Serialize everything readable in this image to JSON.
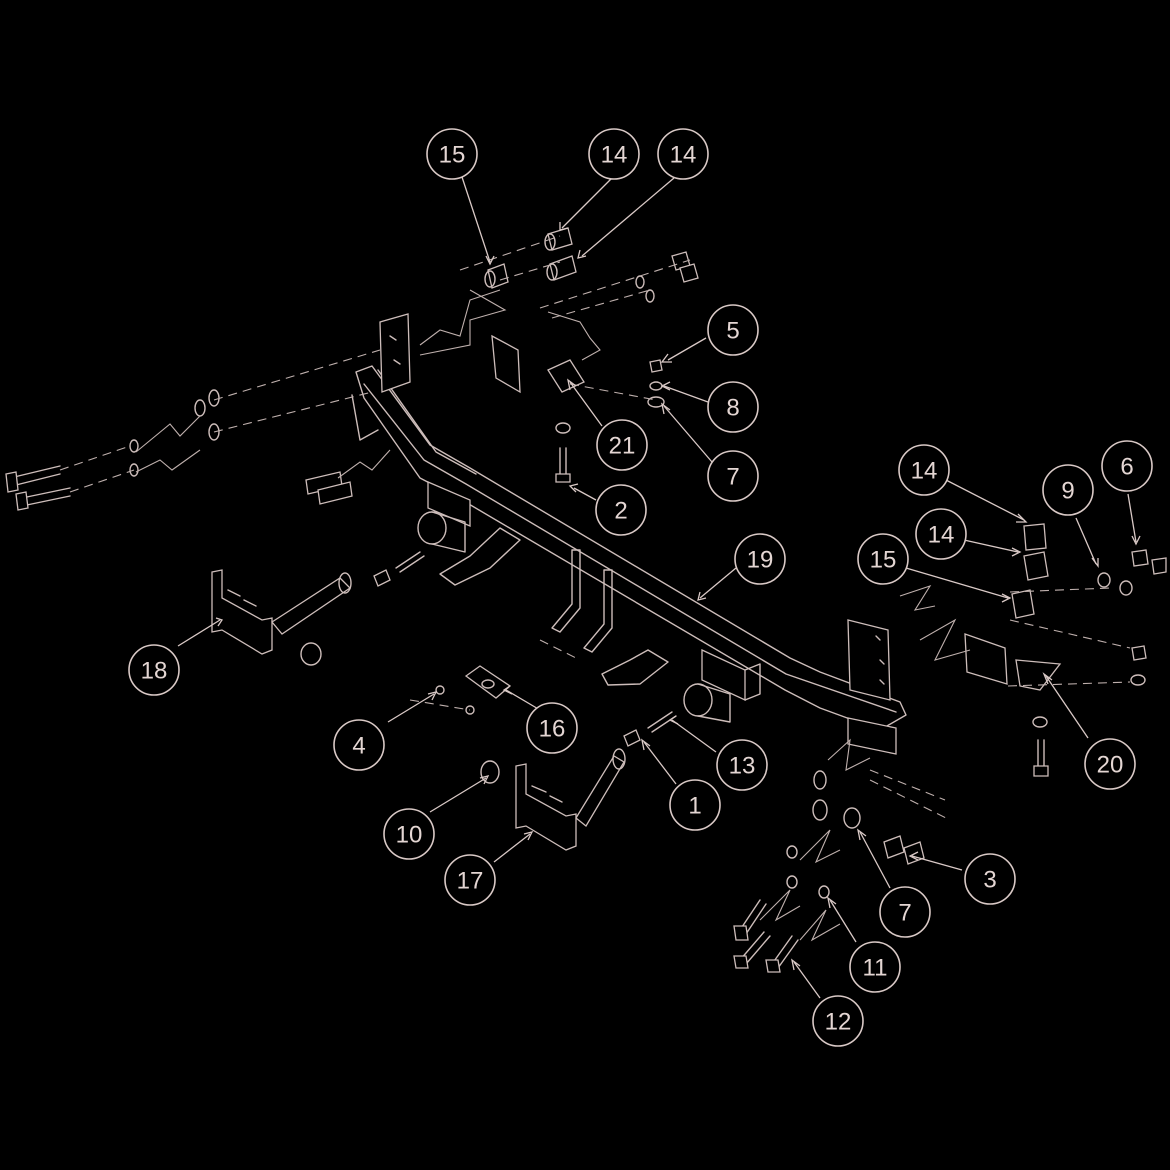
{
  "callouts": [
    {
      "id": "c15a",
      "label": "15"
    },
    {
      "id": "c14a",
      "label": "14"
    },
    {
      "id": "c14b",
      "label": "14"
    },
    {
      "id": "c5",
      "label": "5"
    },
    {
      "id": "c8",
      "label": "8"
    },
    {
      "id": "c21",
      "label": "21"
    },
    {
      "id": "c7a",
      "label": "7"
    },
    {
      "id": "c2",
      "label": "2"
    },
    {
      "id": "c19",
      "label": "19"
    },
    {
      "id": "c14c",
      "label": "14"
    },
    {
      "id": "c14d",
      "label": "14"
    },
    {
      "id": "c15b",
      "label": "15"
    },
    {
      "id": "c9",
      "label": "9"
    },
    {
      "id": "c6",
      "label": "6"
    },
    {
      "id": "c18",
      "label": "18"
    },
    {
      "id": "c4",
      "label": "4"
    },
    {
      "id": "c16",
      "label": "16"
    },
    {
      "id": "c13",
      "label": "13"
    },
    {
      "id": "c1",
      "label": "1"
    },
    {
      "id": "c10",
      "label": "10"
    },
    {
      "id": "c17",
      "label": "17"
    },
    {
      "id": "c20",
      "label": "20"
    },
    {
      "id": "c3",
      "label": "3"
    },
    {
      "id": "c7b",
      "label": "7"
    },
    {
      "id": "c11",
      "label": "11"
    },
    {
      "id": "c12",
      "label": "12"
    }
  ]
}
